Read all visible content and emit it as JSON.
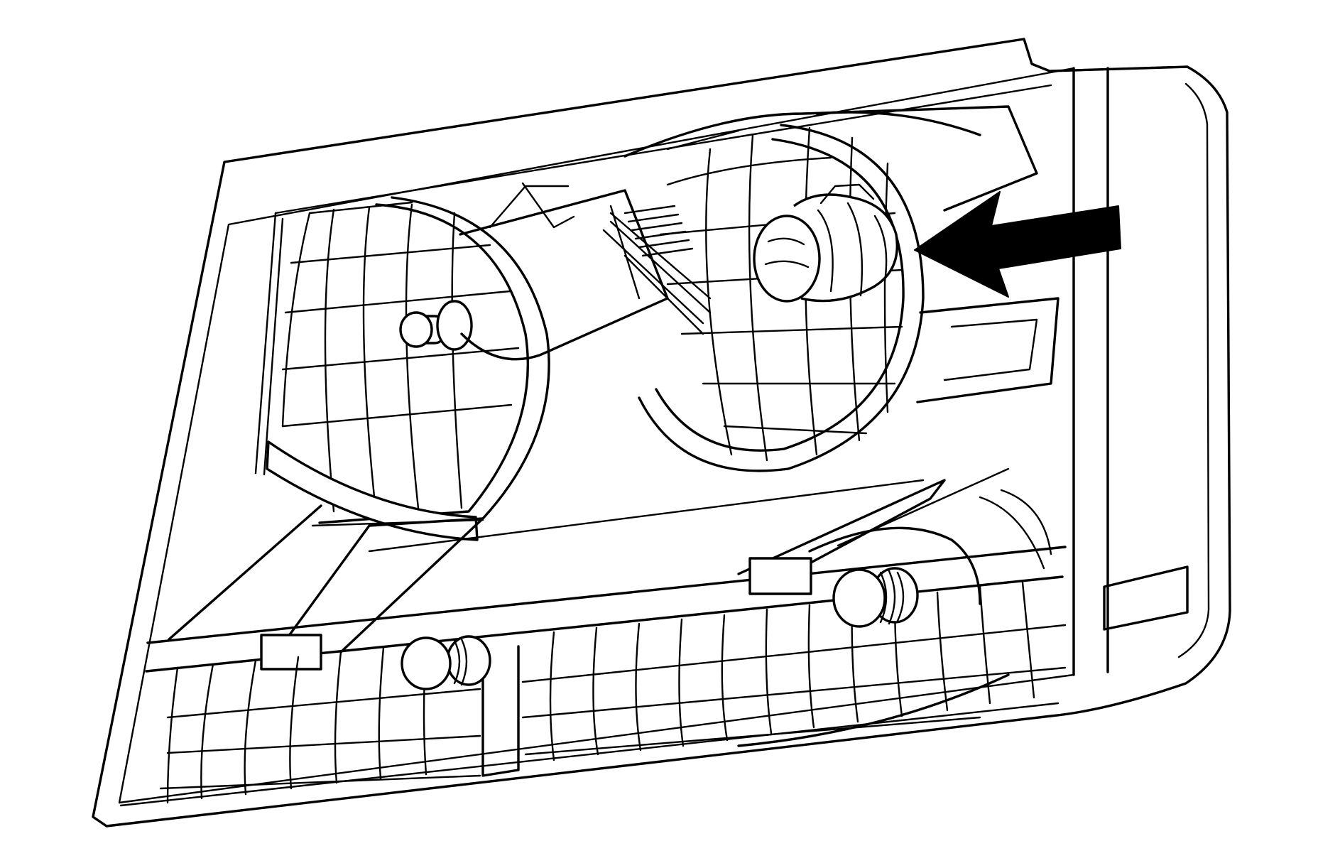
{
  "figure": {
    "subject": "",
    "colors": {
      "stroke": "#000000",
      "background": "#ffffff"
    },
    "callouts": [
      {
        "id": "arrow-1",
        "type": "arrow",
        "icon": "arrow-left-icon",
        "target": "high-beam-bulb-socket"
      }
    ]
  }
}
